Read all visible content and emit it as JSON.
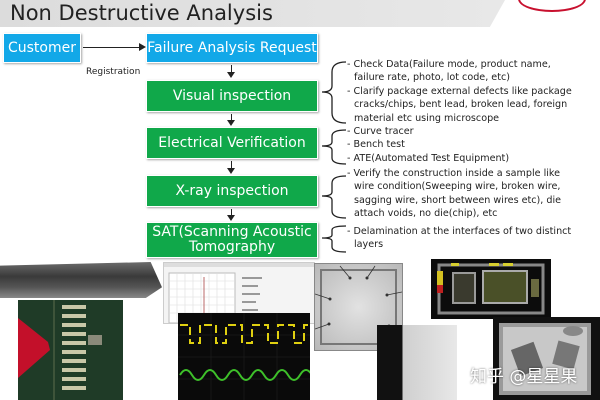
{
  "page": {
    "title": "Non Destructive Analysis"
  },
  "flow": {
    "customer": "Customer",
    "request": "Failure Analysis Request",
    "registration": "Registration",
    "steps": [
      {
        "label": "Visual inspection"
      },
      {
        "label": "Electrical Verification"
      },
      {
        "label": "X-ray inspection"
      },
      {
        "label": "SAT(Scanning Acoustic Tomography"
      }
    ]
  },
  "notes": {
    "visual": [
      "- Check Data(Failure mode, product name, failure rate, photo, lot code, etc)",
      "- Clarify package external defects like package cracks/chips, bent lead, broken lead, foreign material etc using microscope"
    ],
    "electrical": [
      "- Curve tracer",
      "- Bench test",
      "- ATE(Automated Test Equipment)"
    ],
    "xray": [
      "- Verify the construction inside a sample like wire condition(Sweeping wire, broken wire, sagging wire, short between wires etc), die attach voids, no die(chip), etc"
    ],
    "sat": [
      "- Delamination at the interfaces of two distinct layers"
    ]
  },
  "images": [
    {
      "name": "package-photo"
    },
    {
      "name": "pcb-leads-photo"
    },
    {
      "name": "curve-tracer-screenshot"
    },
    {
      "name": "oscilloscope-screenshot"
    },
    {
      "name": "xray-package-image"
    },
    {
      "name": "xray-closeup-image"
    },
    {
      "name": "sat-color-image"
    },
    {
      "name": "sat-grayscale-image"
    }
  ],
  "watermark": "知乎 @星星果",
  "colors": {
    "blue": "#12a8e8",
    "green": "#10a84a",
    "logo_red": "#c8102e"
  }
}
